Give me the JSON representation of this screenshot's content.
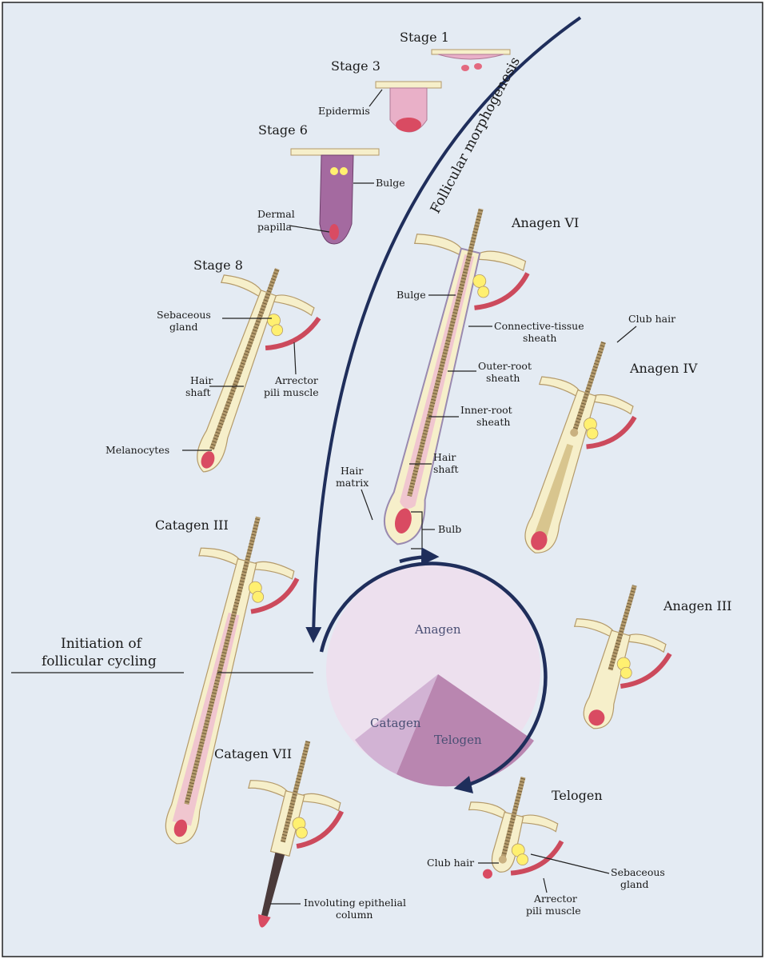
{
  "colors": {
    "background": "#e4ebf3",
    "arrow": "#1f2e5b",
    "anagen_sector": "#ede0ee",
    "catagen_sector": "#d2b3d4",
    "telogen_sector": "#b986b0",
    "follicle": "#f6efca",
    "outline": "#b49a6a",
    "shaft": "#a48d62",
    "papilla": "#d94b62",
    "muscle": "#cc4a5c",
    "gland": "#fff070",
    "stage_cells": "#e9b0c8",
    "stage6_fill": "#a46aa0"
  },
  "labels": {
    "stage1": "Stage 1",
    "stage3": "Stage 3",
    "stage6": "Stage 6",
    "stage8": "Stage 8",
    "epidermis": "Epidermis",
    "bulge_s6": "Bulge",
    "dermal_papilla_1": "Dermal",
    "dermal_papilla_2": "papilla",
    "sebaceous_1": "Sebaceous",
    "sebaceous_2": "gland",
    "hair_shaft_1": "Hair",
    "hair_shaft_2": "shaft",
    "arrector_1": "Arrector",
    "arrector_2": "pili muscle",
    "melanocytes": "Melanocytes",
    "morphogenesis": "Follicular morphogenesis",
    "anagen6": "Anagen VI",
    "bulge_a6": "Bulge",
    "ct_sheath_1": "Connective-tissue",
    "ct_sheath_2": "sheath",
    "outer_root_1": "Outer-root",
    "outer_root_2": "sheath",
    "inner_root_1": "Inner-root",
    "inner_root_2": "sheath",
    "hair_shaft_a6_1": "Hair",
    "hair_shaft_a6_2": "shaft",
    "hair_matrix_1": "Hair",
    "hair_matrix_2": "matrix",
    "bulb": "Bulb",
    "club_hair_a4": "Club hair",
    "anagen4": "Anagen IV",
    "catagen3": "Catagen III",
    "initiation_1": "Initiation of",
    "initiation_2": "follicular cycling",
    "anagen3": "Anagen III",
    "cycle_anagen": "Anagen",
    "cycle_catagen": "Catagen",
    "cycle_telogen": "Telogen",
    "catagen7": "Catagen VII",
    "involuting_1": "Involuting epithelial",
    "involuting_2": "column",
    "telogen": "Telogen",
    "club_hair_t": "Club hair",
    "sebaceous_t_1": "Sebaceous",
    "sebaceous_t_2": "gland",
    "arrector_t_1": "Arrector",
    "arrector_t_2": "pili muscle"
  }
}
